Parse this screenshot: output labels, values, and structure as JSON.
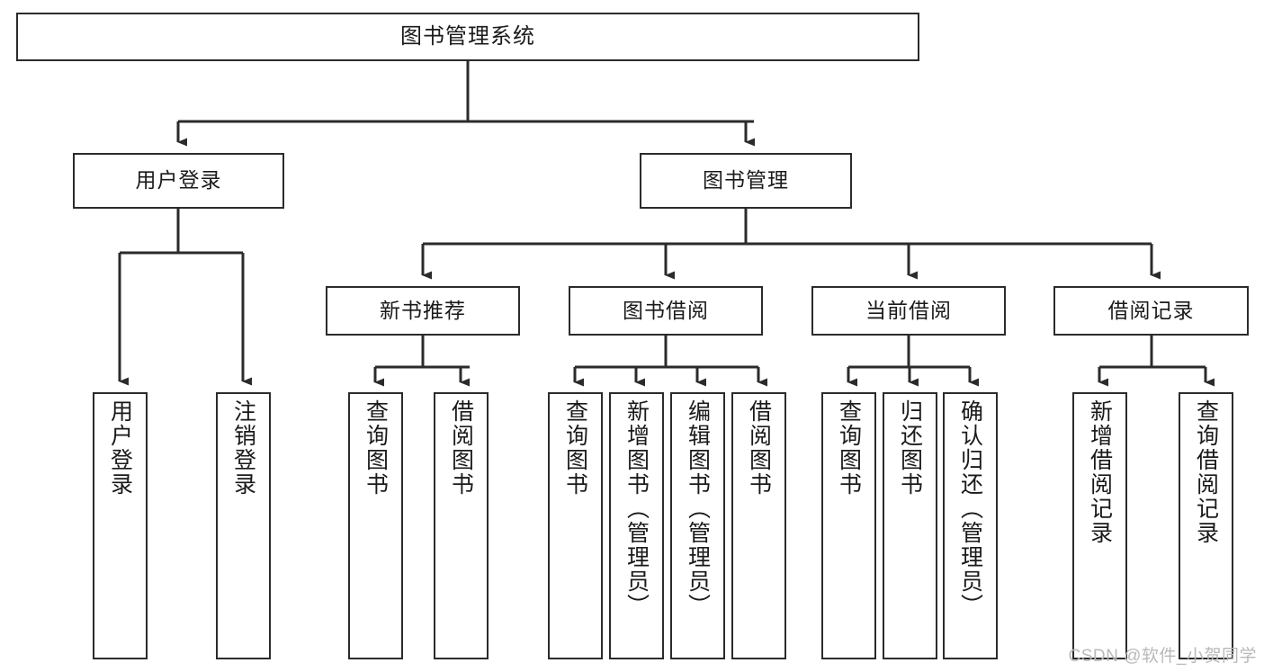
{
  "diagram": {
    "title": "图书管理系统",
    "type": "tree",
    "watermark": "CSDN @软件_小贺同学",
    "colors": {
      "node_border": "#2b2b2b",
      "node_fill": "#ffffff",
      "edge": "#2b2b2b",
      "text": "#1a1a1a",
      "watermark": "#b9b9b9"
    },
    "levels": {
      "level0": "root",
      "level1": "modules",
      "level2": "submodules",
      "level3": "functions"
    },
    "nodes": {
      "root": {
        "label": "图书管理系统",
        "orientation": "horizontal"
      },
      "user_login": {
        "label": "用户登录",
        "orientation": "horizontal"
      },
      "book_manage": {
        "label": "图书管理",
        "orientation": "horizontal"
      },
      "new_book_rec": {
        "label": "新书推荐",
        "orientation": "horizontal"
      },
      "book_borrow": {
        "label": "图书借阅",
        "orientation": "horizontal"
      },
      "current_borrow": {
        "label": "当前借阅",
        "orientation": "horizontal"
      },
      "borrow_record": {
        "label": "借阅记录",
        "orientation": "horizontal"
      },
      "leaf_user_login": {
        "label": "用户登录",
        "orientation": "vertical"
      },
      "leaf_user_logout": {
        "label": "注销登录",
        "orientation": "vertical"
      },
      "leaf_query_book_1": {
        "label": "查询图书",
        "orientation": "vertical"
      },
      "leaf_borrow_book_1": {
        "label": "借阅图书",
        "orientation": "vertical"
      },
      "leaf_query_book_2": {
        "label": "查询图书",
        "orientation": "vertical"
      },
      "leaf_add_book": {
        "label": "新增图书（管理员）",
        "orientation": "vertical"
      },
      "leaf_edit_book": {
        "label": "编辑图书（管理员）",
        "orientation": "vertical"
      },
      "leaf_borrow_book_2": {
        "label": "借阅图书",
        "orientation": "vertical"
      },
      "leaf_query_book_3": {
        "label": "查询图书",
        "orientation": "vertical"
      },
      "leaf_return_book": {
        "label": "归还图书",
        "orientation": "vertical"
      },
      "leaf_confirm_return": {
        "label": "确认归还（管理员）",
        "orientation": "vertical"
      },
      "leaf_add_record": {
        "label": "新增借阅记录",
        "orientation": "vertical"
      },
      "leaf_query_record": {
        "label": "查询借阅记录",
        "orientation": "vertical"
      }
    },
    "edges": [
      {
        "from": "root",
        "to": "user_login"
      },
      {
        "from": "root",
        "to": "book_manage"
      },
      {
        "from": "user_login",
        "to": "leaf_user_login"
      },
      {
        "from": "user_login",
        "to": "leaf_user_logout"
      },
      {
        "from": "book_manage",
        "to": "new_book_rec"
      },
      {
        "from": "book_manage",
        "to": "book_borrow"
      },
      {
        "from": "book_manage",
        "to": "current_borrow"
      },
      {
        "from": "book_manage",
        "to": "borrow_record"
      },
      {
        "from": "new_book_rec",
        "to": "leaf_query_book_1"
      },
      {
        "from": "new_book_rec",
        "to": "leaf_borrow_book_1"
      },
      {
        "from": "book_borrow",
        "to": "leaf_query_book_2"
      },
      {
        "from": "book_borrow",
        "to": "leaf_add_book"
      },
      {
        "from": "book_borrow",
        "to": "leaf_edit_book"
      },
      {
        "from": "book_borrow",
        "to": "leaf_borrow_book_2"
      },
      {
        "from": "current_borrow",
        "to": "leaf_query_book_3"
      },
      {
        "from": "current_borrow",
        "to": "leaf_return_book"
      },
      {
        "from": "current_borrow",
        "to": "leaf_confirm_return"
      },
      {
        "from": "borrow_record",
        "to": "leaf_add_record"
      },
      {
        "from": "borrow_record",
        "to": "leaf_query_record"
      }
    ]
  }
}
